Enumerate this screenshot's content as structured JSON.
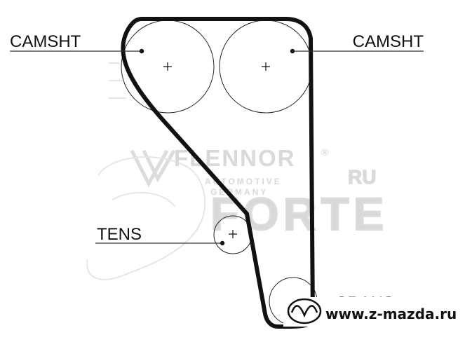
{
  "labels": {
    "camshaft_left": "CAMSHT",
    "camshaft_right": "CAMSHT",
    "tensioner": "TENS",
    "crankshaft": "CRANS"
  },
  "watermarks": {
    "brand": "FLENNOR",
    "registered": "®",
    "brand_sub_1": "AUTOMOTIVE",
    "brand_sub_2": "GERMANY",
    "forte": "FORTE",
    "ru": "RU"
  },
  "site_url": "www.z-mazda.ru",
  "colors": {
    "belt": "#111111",
    "line": "#333333",
    "watermark": "#d9d9d9"
  }
}
